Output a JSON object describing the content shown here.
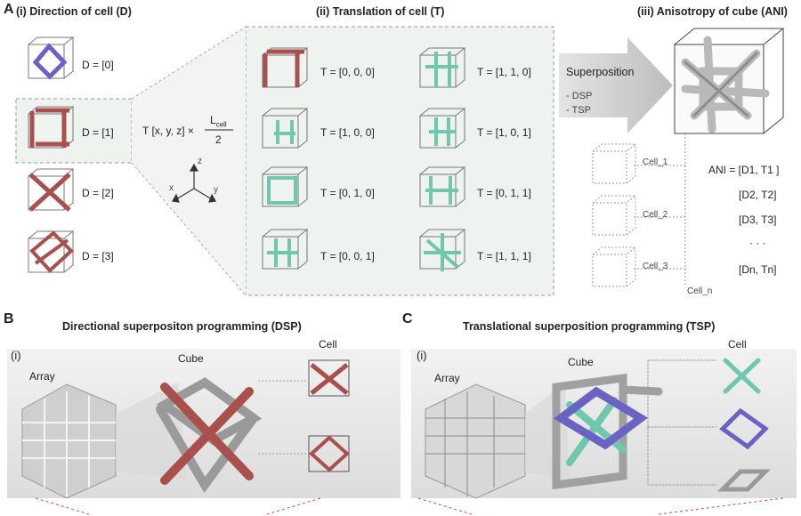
{
  "panel_a": {
    "letter": "A",
    "sub_i_title": "(i) Direction of cell (D)",
    "sub_ii_title": "(ii) Translation of cell (T)",
    "sub_iii_title": "(iii) Anisotropy of cube (ANI)",
    "directions": [
      "D = [0]",
      "D = [1]",
      "D = [2]",
      "D = [3]"
    ],
    "translation_formula_left": "T [x, y, z] ×",
    "translation_formula_num": "L",
    "translation_formula_num_sub": "cell",
    "translation_formula_den": "2",
    "axes": {
      "x": "x",
      "y": "y",
      "z": "z"
    },
    "translations_left": [
      "T = [0, 0, 0]",
      "T = [1, 0, 0]",
      "T = [0, 1, 0]",
      "T = [0, 0, 1]"
    ],
    "translations_right": [
      "T = [1, 1, 0]",
      "T = [1, 0, 1]",
      "T = [0, 1, 1]",
      "T = [1, 1, 1]"
    ],
    "superposition": "Superposition",
    "methods": [
      "- DSP",
      "- TSP"
    ],
    "cells": [
      "Cell_1",
      "Cell_2",
      "Cell_3",
      "Cell_n"
    ],
    "ani_rows": [
      "ANI = [D1, T1 ]",
      "[D2, T2]",
      "[D3, T3]",
      "· · ·",
      "[Dn, Tn]"
    ]
  },
  "panel_b": {
    "letter": "B",
    "title": "Directional superpositon programming (DSP)",
    "sub": "(i)",
    "array": "Array",
    "cube": "Cube",
    "cell": "Cell"
  },
  "panel_c": {
    "letter": "C",
    "title": "Translational superposition programming (TSP)",
    "sub": "(i)",
    "array": "Array",
    "cube": "Cube",
    "cell": "Cell"
  },
  "colors": {
    "red": "#a9504c",
    "green": "#6fc7ad",
    "purple": "#6b63c4",
    "gray": "#a8a8a8"
  }
}
